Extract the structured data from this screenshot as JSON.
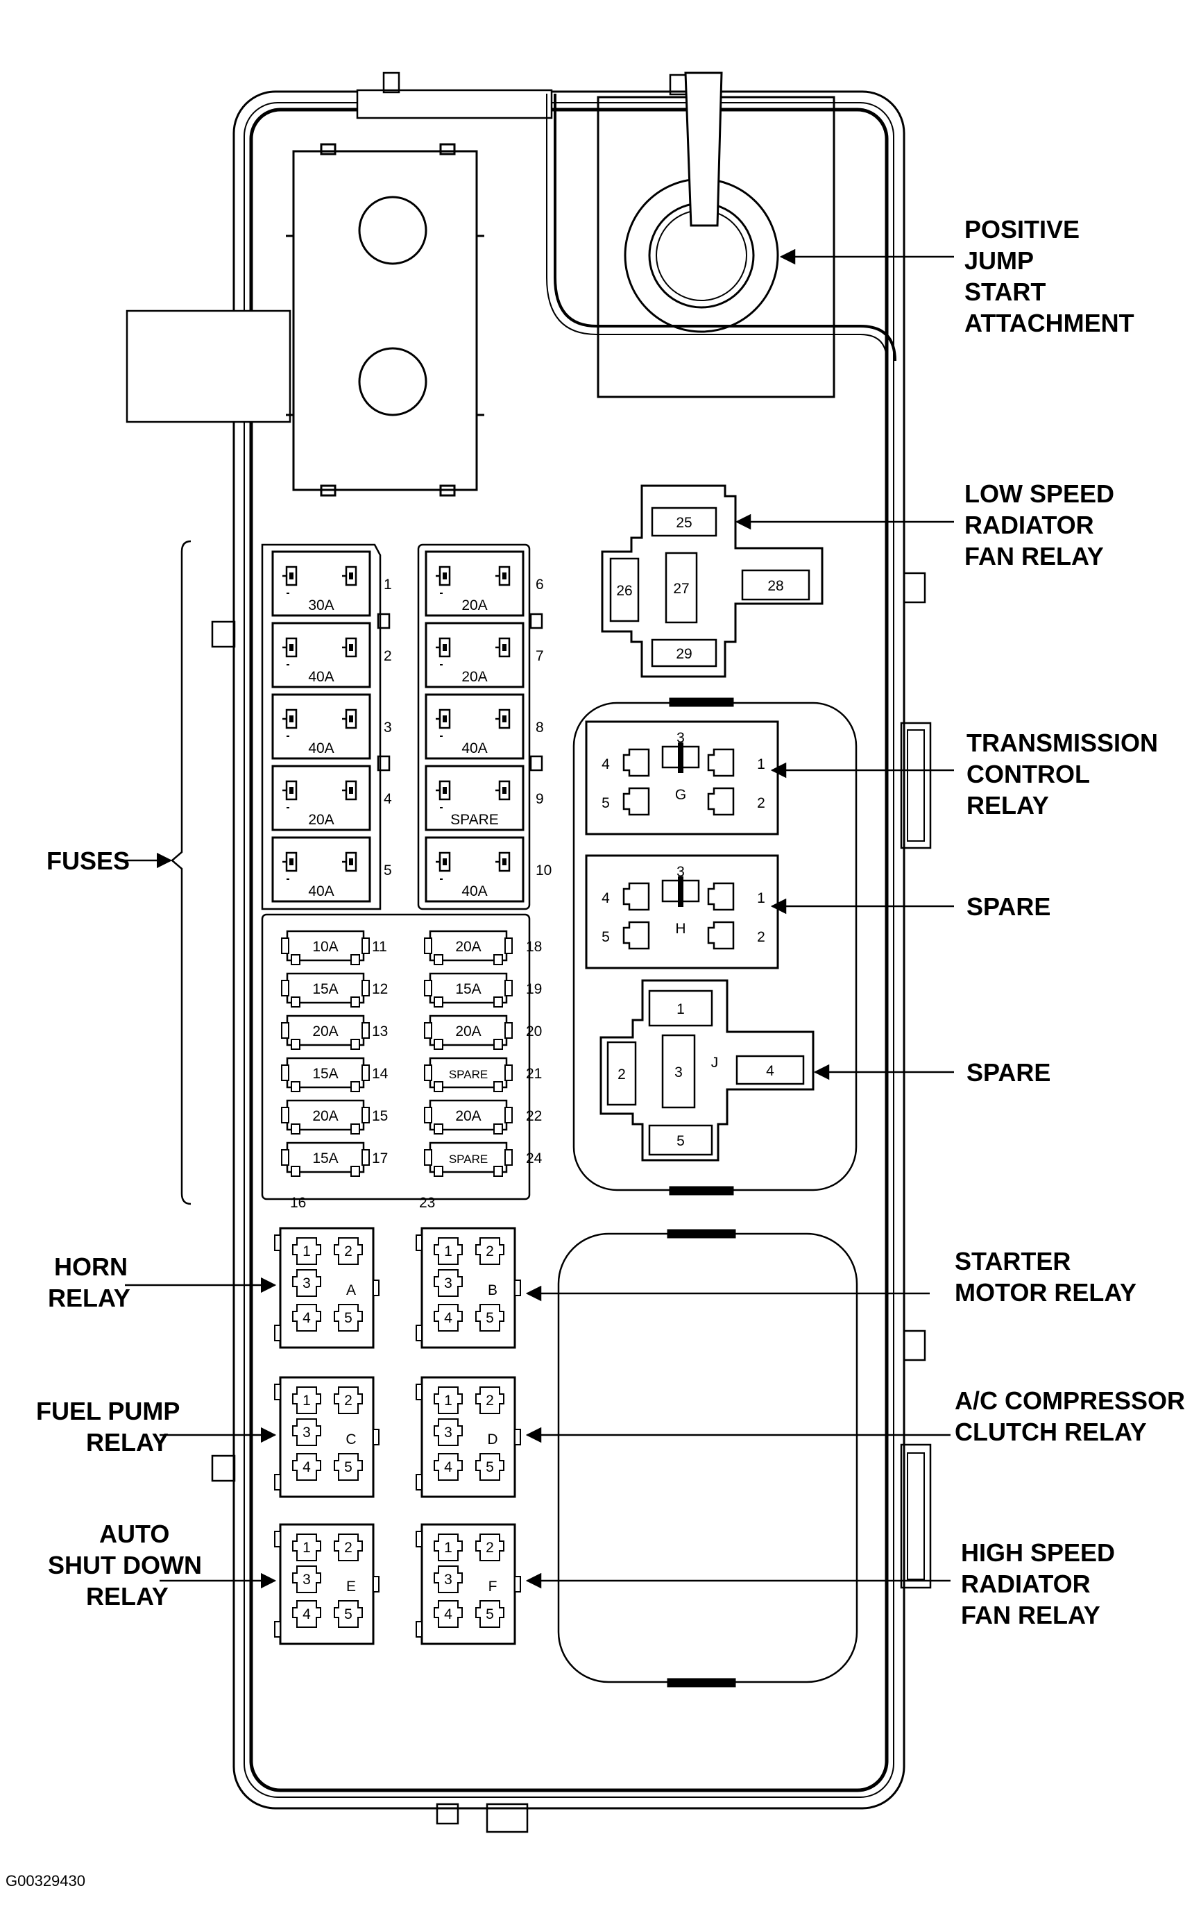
{
  "callouts": {
    "positive_jump_start": [
      "POSITIVE",
      "JUMP",
      "START",
      "ATTACHMENT"
    ],
    "low_speed_fan_relay": [
      "LOW SPEED",
      "RADIATOR",
      "FAN RELAY"
    ],
    "transmission_control_relay": [
      "TRANSMISSION",
      "CONTROL",
      "RELAY"
    ],
    "spare_h": [
      "SPARE"
    ],
    "spare_j": [
      "SPARE"
    ],
    "fuses": [
      "FUSES"
    ],
    "horn_relay": [
      "HORN",
      "RELAY"
    ],
    "starter_motor_relay": [
      "STARTER",
      "MOTOR RELAY"
    ],
    "fuel_pump_relay": [
      "FUEL PUMP",
      "RELAY"
    ],
    "ac_compressor_clutch_relay": [
      "A/C COMPRESSOR",
      "CLUTCH RELAY"
    ],
    "auto_shut_down_relay": [
      "AUTO",
      "SHUT DOWN",
      "RELAY"
    ],
    "high_speed_fan_relay": [
      "HIGH SPEED",
      "RADIATOR",
      "FAN RELAY"
    ]
  },
  "maxi_fuses_left": [
    {
      "num": "1",
      "rating": "30A"
    },
    {
      "num": "2",
      "rating": "40A"
    },
    {
      "num": "3",
      "rating": "40A"
    },
    {
      "num": "4",
      "rating": "20A"
    },
    {
      "num": "5",
      "rating": "40A"
    }
  ],
  "maxi_fuses_right": [
    {
      "num": "6",
      "rating": "20A"
    },
    {
      "num": "7",
      "rating": "20A"
    },
    {
      "num": "8",
      "rating": "40A"
    },
    {
      "num": "9",
      "rating": "SPARE"
    },
    {
      "num": "10",
      "rating": "40A"
    }
  ],
  "mini_fuses_left": [
    {
      "num": "11",
      "rating": "10A"
    },
    {
      "num": "12",
      "rating": "15A"
    },
    {
      "num": "13",
      "rating": "20A"
    },
    {
      "num": "14",
      "rating": "15A"
    },
    {
      "num": "15",
      "rating": "20A"
    },
    {
      "num": "17",
      "rating": "15A"
    }
  ],
  "mini_fuses_right": [
    {
      "num": "18",
      "rating": "20A"
    },
    {
      "num": "19",
      "rating": "15A"
    },
    {
      "num": "20",
      "rating": "20A"
    },
    {
      "num": "21",
      "rating": "SPARE"
    },
    {
      "num": "22",
      "rating": "20A"
    },
    {
      "num": "24",
      "rating": "SPARE"
    }
  ],
  "mini_fuse_bottom_labels": [
    "16",
    "23"
  ],
  "micro_relays": [
    {
      "letter": "A",
      "pins": [
        "1",
        "2",
        "3",
        "4",
        "5"
      ]
    },
    {
      "letter": "B",
      "pins": [
        "1",
        "2",
        "3",
        "4",
        "5"
      ]
    },
    {
      "letter": "C",
      "pins": [
        "1",
        "2",
        "3",
        "4",
        "5"
      ]
    },
    {
      "letter": "D",
      "pins": [
        "1",
        "2",
        "3",
        "4",
        "5"
      ]
    },
    {
      "letter": "E",
      "pins": [
        "1",
        "2",
        "3",
        "4",
        "5"
      ]
    },
    {
      "letter": "F",
      "pins": [
        "1",
        "2",
        "3",
        "4",
        "5"
      ]
    }
  ],
  "iso_relays": [
    {
      "letter": "G",
      "pins": [
        "1",
        "2",
        "3",
        "4",
        "5"
      ]
    },
    {
      "letter": "H",
      "pins": [
        "1",
        "2",
        "3",
        "4",
        "5"
      ]
    }
  ],
  "large_relay_top": {
    "pins": [
      "25",
      "26",
      "27",
      "28",
      "29"
    ]
  },
  "large_relay_j": {
    "letter": "J",
    "pins": [
      "1",
      "2",
      "3",
      "4",
      "5"
    ]
  },
  "figure_code": "G00329430"
}
